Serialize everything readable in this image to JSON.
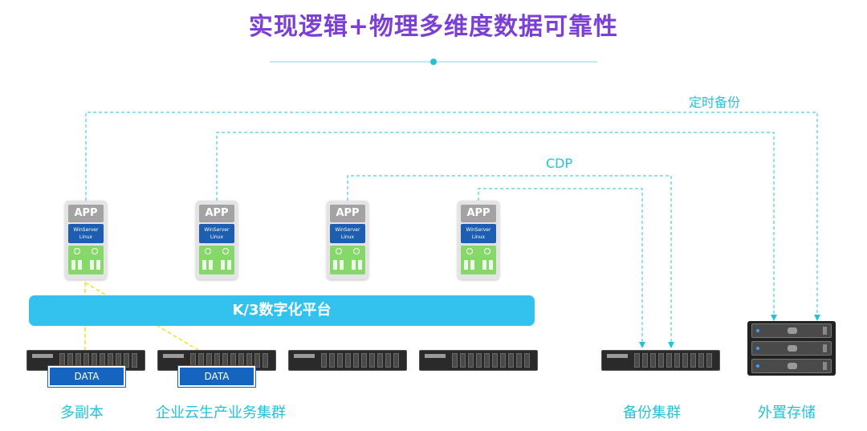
{
  "title": "实现逻辑+物理多维度数据可靠性",
  "vm_app_label": "APP",
  "vm_os_line1": "WinServer",
  "vm_os_line2": "Linux",
  "platform_label": "K/3数字化平台",
  "data_label": "DATA",
  "labels": {
    "scheduled_backup": "定时备份",
    "cdp": "CDP",
    "multi_replica": "多副本",
    "enterprise_cloud_cluster": "企业云生产业务集群",
    "backup_cluster": "备份集群",
    "external_storage": "外置存储"
  },
  "colors": {
    "title": "#7b3fd6",
    "accent_cyan": "#22c3d9",
    "platform_blue": "#33c2ee",
    "data_blue": "#1565c0",
    "replica_arrow": "#f2e41c"
  }
}
